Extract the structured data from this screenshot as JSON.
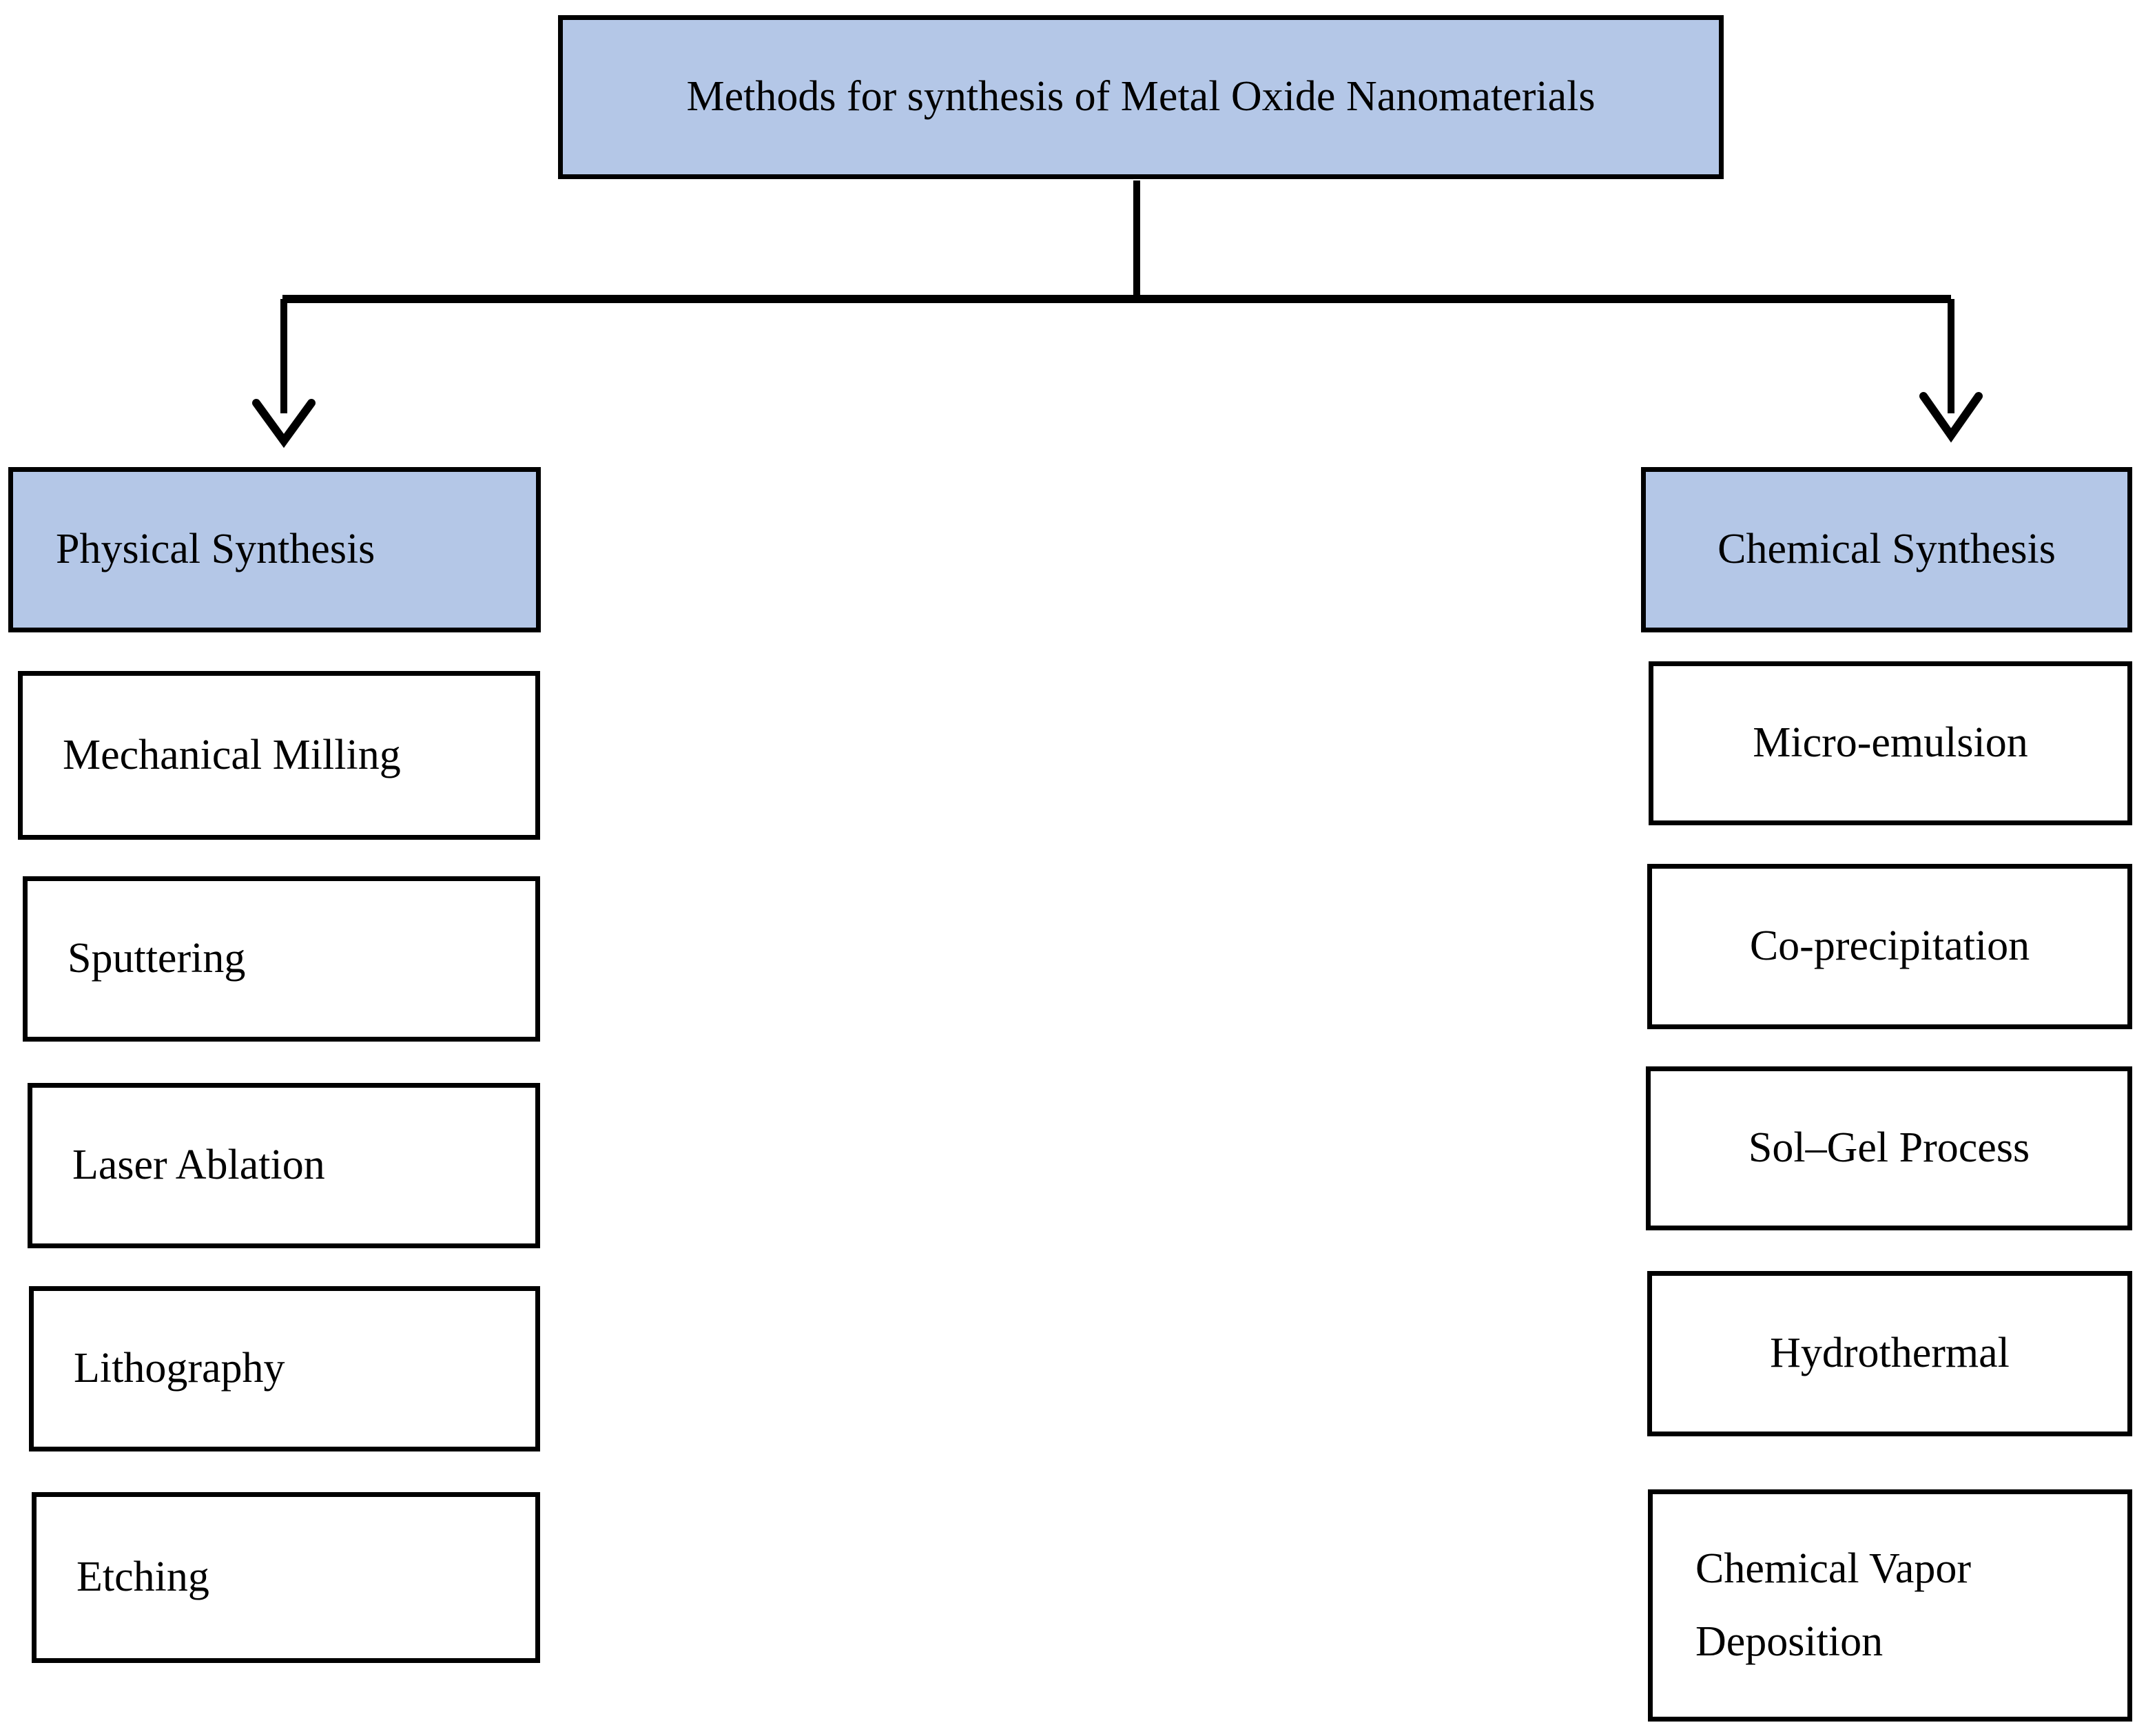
{
  "diagram": {
    "root": {
      "label": "Methods for synthesis of Metal Oxide Nanomaterials",
      "fill": "#b4c7e7",
      "stroke": "#000000"
    },
    "branches": [
      {
        "header": "Physical Synthesis",
        "fill": "#b4c7e7",
        "items": [
          "Mechanical Milling",
          "Sputtering",
          "Laser Ablation",
          "Lithography",
          "Etching"
        ]
      },
      {
        "header": "Chemical Synthesis",
        "fill": "#b4c7e7",
        "items": [
          "Micro-emulsion",
          "Co-precipitation",
          "Sol–Gel Process",
          "Hydrothermal",
          "Chemical Vapor Deposition"
        ]
      }
    ],
    "connectors": {
      "style": "orthogonal-elbow-with-arrowheads",
      "line_color": "#000000",
      "arrow_count": 2
    }
  }
}
